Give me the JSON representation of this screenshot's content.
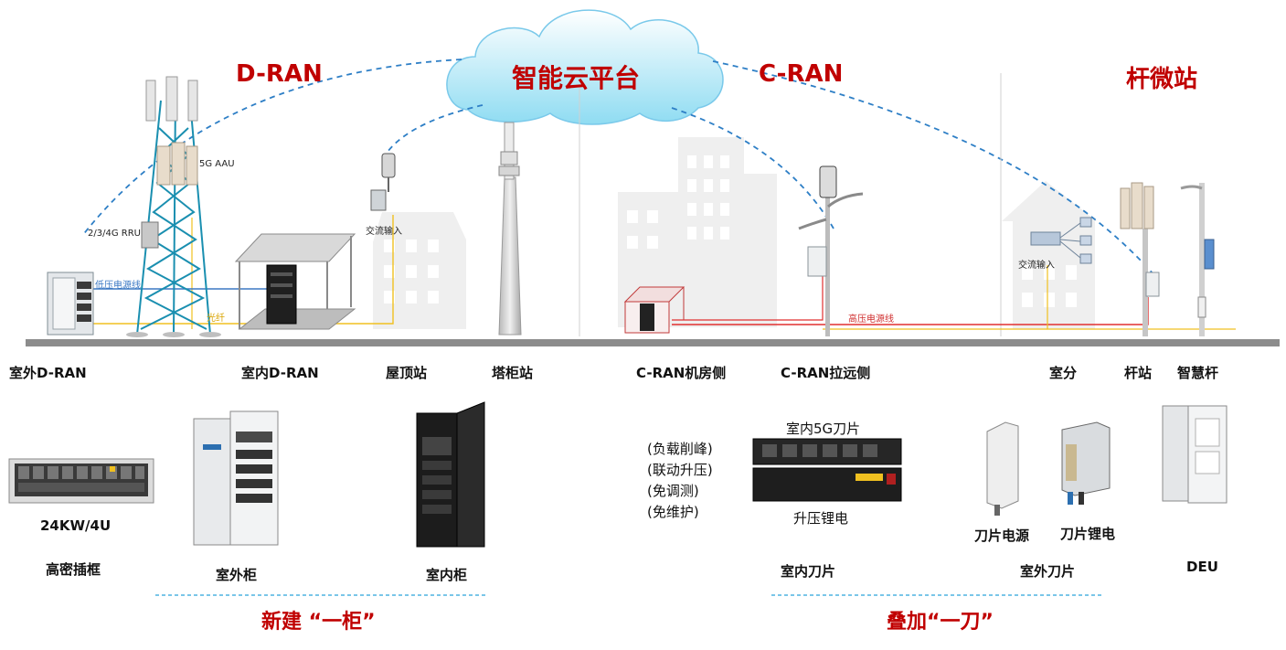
{
  "titles": {
    "cloud": "智能云平台",
    "dran": "D-RAN",
    "cran": "C-RAN",
    "pole": "杆微站"
  },
  "scene_labels": {
    "aau": "5G AAU",
    "rru": "2/3/4G RRU",
    "low_voltage": "低压电源线",
    "fiber": "光纤",
    "ac_in_rooftop": "交流输入",
    "ac_in_pole": "交流输入",
    "high_voltage": "高压电源线"
  },
  "sites": {
    "outdoor_dran": "室外D-RAN",
    "indoor_dran": "室内D-RAN",
    "rooftop": "屋顶站",
    "tower_cabinet": "塔柜站",
    "cran_room": "C-RAN机房侧",
    "cran_remote": "C-RAN拉远侧",
    "indoor_dist": "室分",
    "pole_station": "杆站",
    "smart_pole": "智慧杆"
  },
  "products": {
    "shelf_spec": "24KW/4U",
    "shelf_name": "高密插框",
    "outdoor_cabinet": "室外柜",
    "indoor_cabinet": "室内柜",
    "blade_5g": "室内5G刀片",
    "boost_battery": "升压锂电",
    "indoor_blade": "室内刀片",
    "blade_power": "刀片电源",
    "blade_battery": "刀片锂电",
    "outdoor_blade": "室外刀片",
    "deu": "DEU"
  },
  "features": [
    "(负载削峰)",
    "(联动升压)",
    "(免调测)",
    "(免维护)"
  ],
  "groups": {
    "left": "新建 “一柜”",
    "right": "叠加“一刀”"
  },
  "colors": {
    "title_red": "#c00000",
    "dash_blue": "#2e7fc6",
    "fiber_yellow": "#f0c020",
    "high_voltage_red": "#e03030",
    "low_voltage_blue": "#3b78c4",
    "tower_teal": "#1a8fb0",
    "ground_gray": "#8c8c8c"
  }
}
